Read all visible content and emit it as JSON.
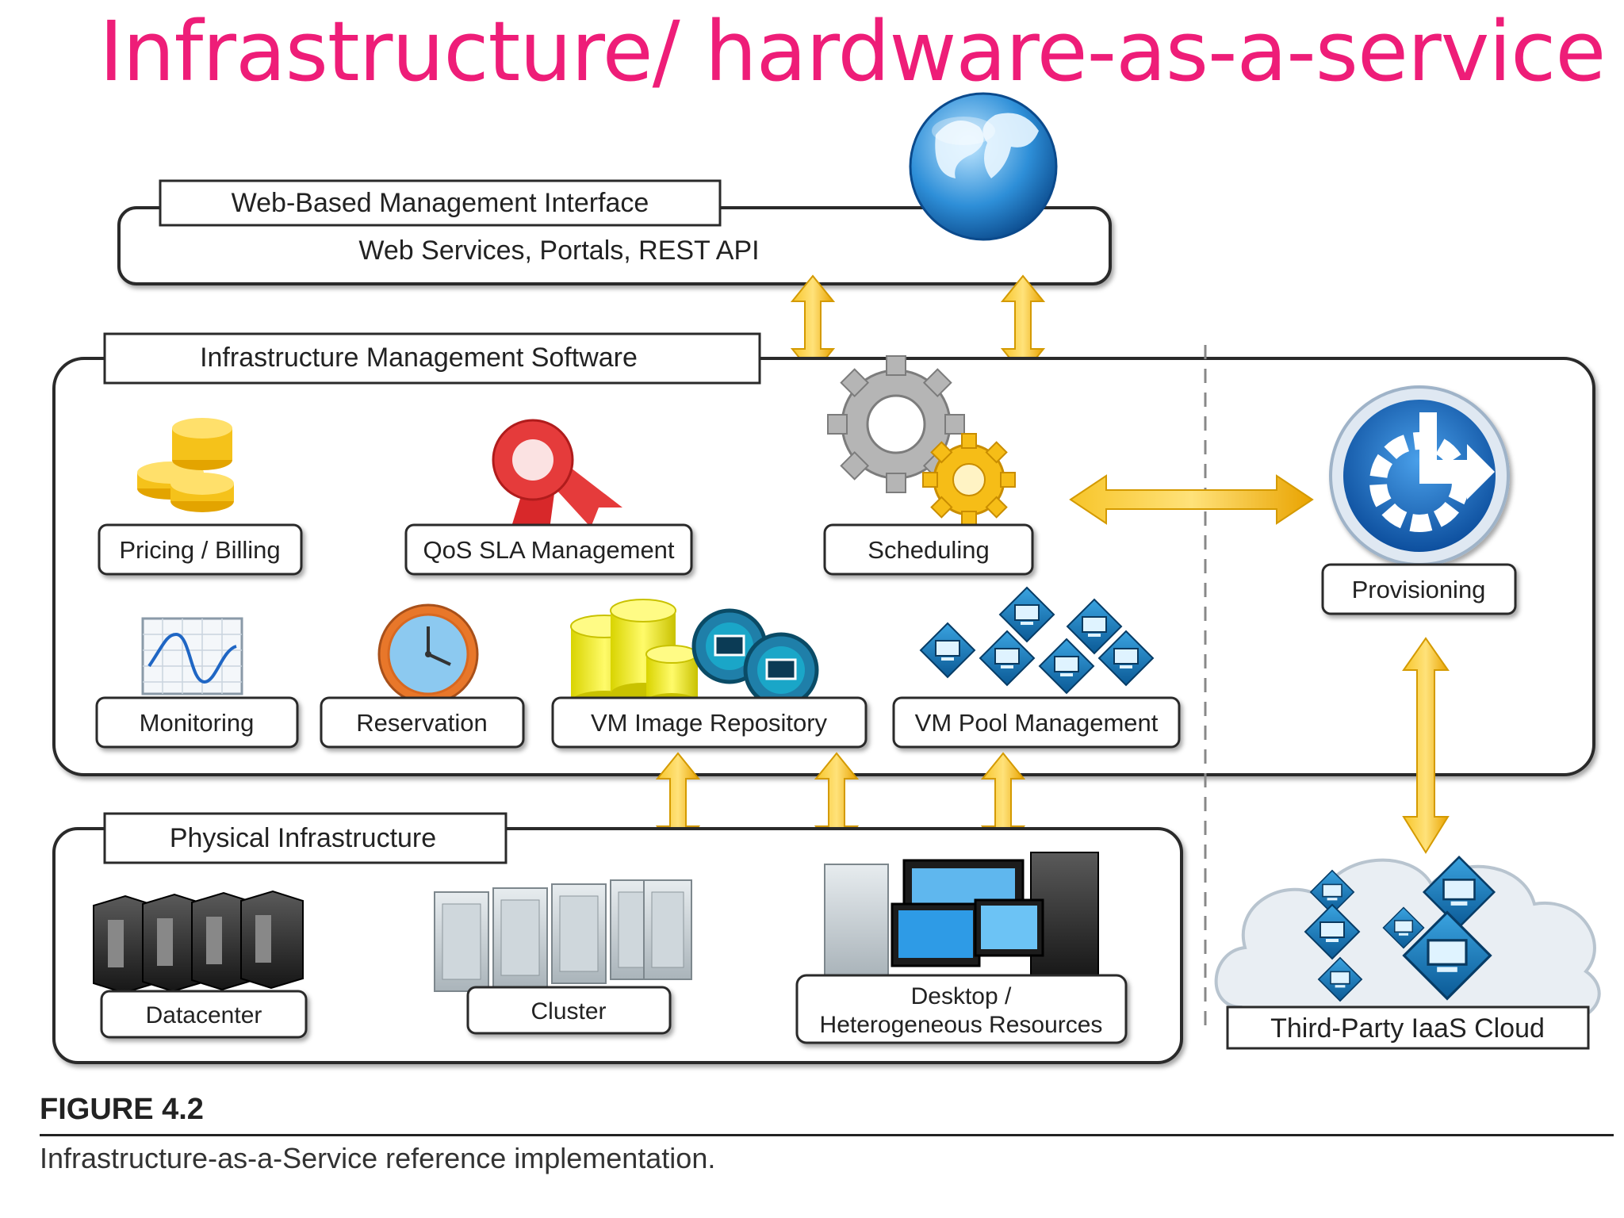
{
  "slide_title": "Infrastructure/ hardware-as-a-service",
  "layers": {
    "web": {
      "tab_label": "Web-Based Management Interface",
      "subtitle": "Web Services, Portals, REST API"
    },
    "ims": {
      "tab_label": "Infrastructure Management Software",
      "components": {
        "pricing": "Pricing / Billing",
        "qos": "QoS SLA Management",
        "scheduling": "Scheduling",
        "monitoring": "Monitoring",
        "reservation": "Reservation",
        "vm_image": "VM Image Repository",
        "vm_pool": "VM Pool Management"
      }
    },
    "physical": {
      "tab_label": "Physical Infrastructure",
      "components": {
        "datacenter": "Datacenter",
        "cluster": "Cluster",
        "desktop_line1": "Desktop /",
        "desktop_line2": "Heterogeneous Resources"
      }
    }
  },
  "side": {
    "provisioning": "Provisioning",
    "third_party": "Third-Party IaaS Cloud"
  },
  "figure": {
    "label": "FIGURE 4.2",
    "caption": "Infrastructure-as-a-Service reference implementation."
  },
  "colors": {
    "title": "#ee1d78",
    "arrow": "#f5b70a",
    "frame": "#2a2a2a"
  },
  "icons": [
    "globe-icon",
    "coins-icon",
    "ribbon-icon",
    "gears-icon",
    "monitor-chart-icon",
    "clock-icon",
    "database-icon",
    "vm-diamond-icon",
    "provisioning-icon",
    "server-rack-icon",
    "cloud-icon"
  ]
}
